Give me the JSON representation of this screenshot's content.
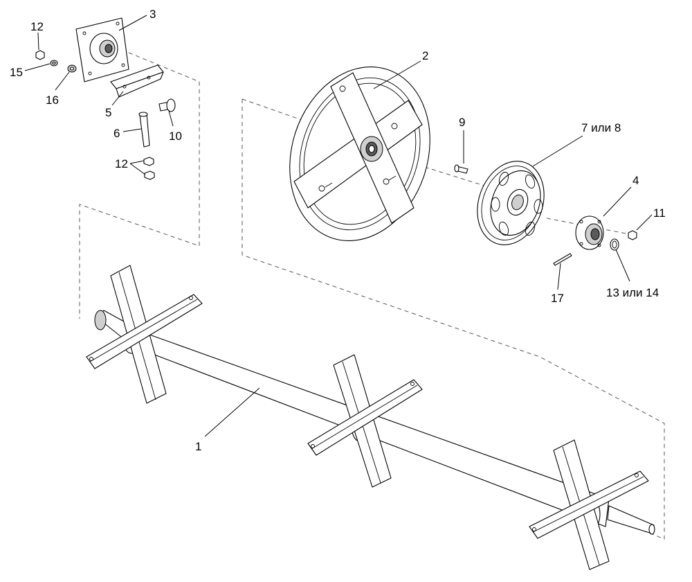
{
  "callouts": {
    "c1": "1",
    "c2": "2",
    "c3": "3",
    "c4": "4",
    "c5": "5",
    "c6": "6",
    "c7_8": "7 или 8",
    "c9": "9",
    "c10": "10",
    "c11": "11",
    "c12a": "12",
    "c12b": "12",
    "c13_14": "13 или 14",
    "c15": "15",
    "c16": "16",
    "c17": "17"
  },
  "colors": {
    "line": "#000000",
    "dashed_guide": "#555555",
    "shading": "#cfcfcf"
  }
}
